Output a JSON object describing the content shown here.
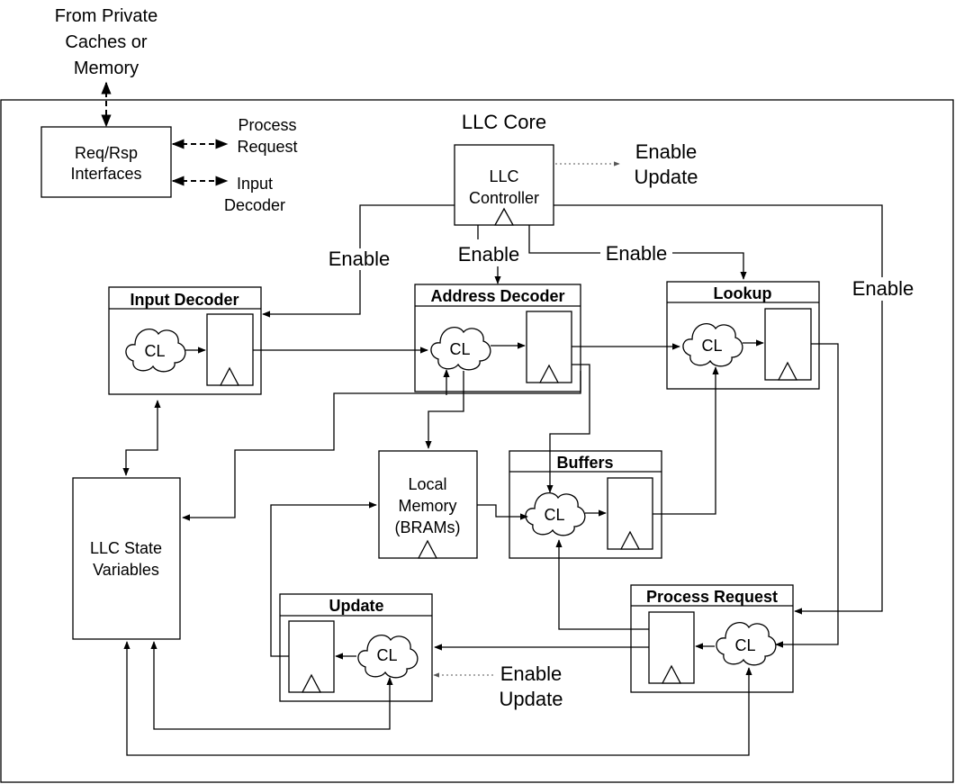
{
  "external": {
    "line1": "From Private",
    "line2": "Caches or",
    "line3": "Memory"
  },
  "core_title": "LLC Core",
  "req_rsp": {
    "line1": "Req/Rsp",
    "line2": "Interfaces"
  },
  "side_labels": {
    "process_request": [
      "Process",
      "Request"
    ],
    "input_decoder": [
      "Input",
      "Decoder"
    ]
  },
  "controller": {
    "line1": "LLC",
    "line2": "Controller"
  },
  "enable_update_top": [
    "Enable",
    "Update"
  ],
  "enable_update_bottom": [
    "Enable",
    "Update"
  ],
  "enable_label": "Enable",
  "blocks": {
    "input_decoder": "Input Decoder",
    "address_decoder": "Address Decoder",
    "lookup": "Lookup",
    "buffers": "Buffers",
    "update": "Update",
    "process_request": "Process Request"
  },
  "cl_label": "CL",
  "local_memory": [
    "Local",
    "Memory",
    "(BRAMs)"
  ],
  "state_vars": [
    "LLC State",
    "Variables"
  ]
}
